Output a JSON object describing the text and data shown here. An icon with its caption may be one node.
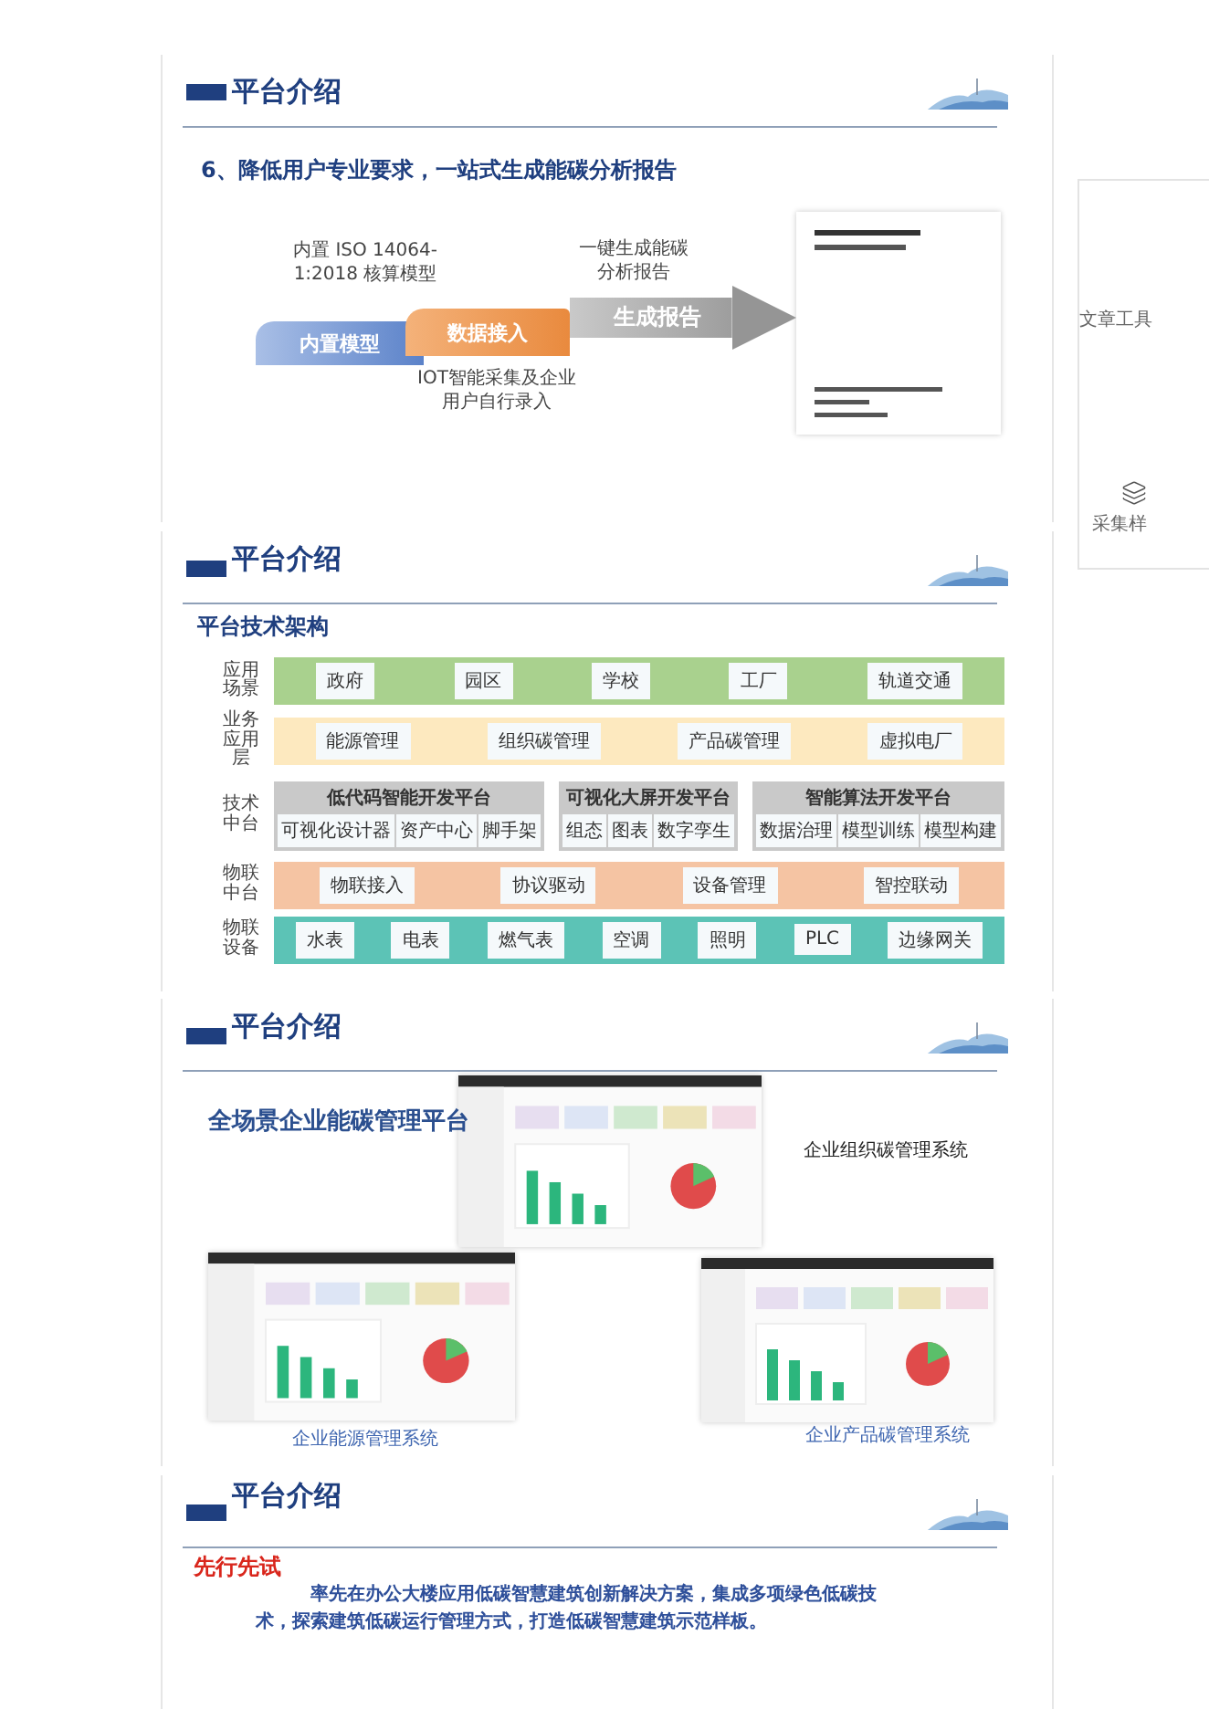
{
  "diagram": {
    "nodes": [
      {
        "text": [
          "内置模型"
        ],
        "beside": [
          "内置 ISO 14064-1:2018 核算模型"
        ]
      },
      {
        "text": [
          "数据接入"
        ],
        "beside": [
          "IOT智能采集及企业用户自行录入"
        ]
      },
      {
        "text": [],
        "shape": "picture"
      },
      {
        "text": [
          "应用场景"
        ]
      },
      {
        "text": [
          "政府"
        ],
        "in": 3
      },
      {
        "text": [
          "园区"
        ],
        "in": 3
      },
      {
        "text": [
          "学校"
        ],
        "in": 3
      },
      {
        "text": [
          "工厂"
        ],
        "in": 3
      },
      {
        "text": [
          "轨道交通"
        ],
        "in": 3
      },
      {
        "text": [
          "业务应用层"
        ]
      },
      {
        "text": [
          "能源管理"
        ],
        "in": 9
      },
      {
        "text": [
          "组织碳管理"
        ],
        "in": 9
      },
      {
        "text": [
          "产品碳管理"
        ],
        "in": 9
      },
      {
        "text": [
          "虚拟电厂"
        ],
        "in": 9
      },
      {
        "text": [
          "技术中台"
        ]
      },
      {
        "text": [
          "低代码智能开发平台"
        ],
        "in": 14
      },
      {
        "text": [
          "可视化设计器"
        ],
        "in": 15
      },
      {
        "text": [
          "资产中心"
        ],
        "in": 15
      },
      {
        "text": [
          "脚手架"
        ],
        "in": 15
      },
      {
        "text": [
          "可视化大屏开发平台"
        ],
        "in": 14
      },
      {
        "text": [
          "组态"
        ],
        "in": 19
      },
      {
        "text": [
          "图表"
        ],
        "in": 19
      },
      {
        "text": [
          "数字孪生"
        ],
        "in": 19
      },
      {
        "text": [
          "智能算法开发平台"
        ],
        "in": 14
      },
      {
        "text": [
          "数据治理"
        ],
        "in": 23
      },
      {
        "text": [
          "模型训练"
        ],
        "in": 23
      },
      {
        "text": [
          "模型构建"
        ],
        "in": 23
      },
      {
        "text": [
          "物联中台"
        ]
      },
      {
        "text": [
          "物联接入"
        ],
        "in": 27
      },
      {
        "text": [
          "协议驱动"
        ],
        "in": 27
      },
      {
        "text": [
          "设备管理"
        ],
        "in": 27
      },
      {
        "text": [
          "智控联动"
        ],
        "in": 27
      },
      {
        "text": [
          "物联设备"
        ]
      },
      {
        "text": [
          "水表"
        ],
        "in": 32
      },
      {
        "text": [
          "电表"
        ],
        "in": 32
      },
      {
        "text": [
          "燃气表"
        ],
        "in": 32
      },
      {
        "text": [
          "空调"
        ],
        "in": 32
      },
      {
        "text": [
          "照明"
        ],
        "in": 32
      },
      {
        "text": [
          "PLC"
        ],
        "in": 32
      },
      {
        "text": [
          "边缘网关"
        ],
        "in": 32
      },
      {
        "text": [],
        "shape": "picture",
        "beside": [
          "企业组织碳管理系统"
        ]
      },
      {
        "text": [],
        "shape": "picture",
        "beside": [
          "企业能源管理系统"
        ]
      },
      {
        "text": [],
        "shape": "picture",
        "beside": [
          "企业产品碳管理系统"
        ]
      }
    ],
    "edges": [
      {
        "from": 1,
        "to": 2,
        "arrow": "to",
        "label": "生成报告",
        "style": "thick"
      }
    ],
    "labels": [
      "平台介绍",
      "6、降低用户专业要求，一站式生成能碳分析报告",
      "一键生成能碳分析报告",
      "平台介绍",
      "平台技术架构",
      "平台介绍",
      "全场景企业能碳管理平台",
      "平台介绍",
      "先行先试",
      "率先在办公大楼应用低碳智慧建筑创新解决方案，集成多项绿色低碳技术，探索建筑低碳运行管理方式，打造低碳智慧建筑示范样板。",
      "文章工具",
      "采集样"
    ]
  }
}
